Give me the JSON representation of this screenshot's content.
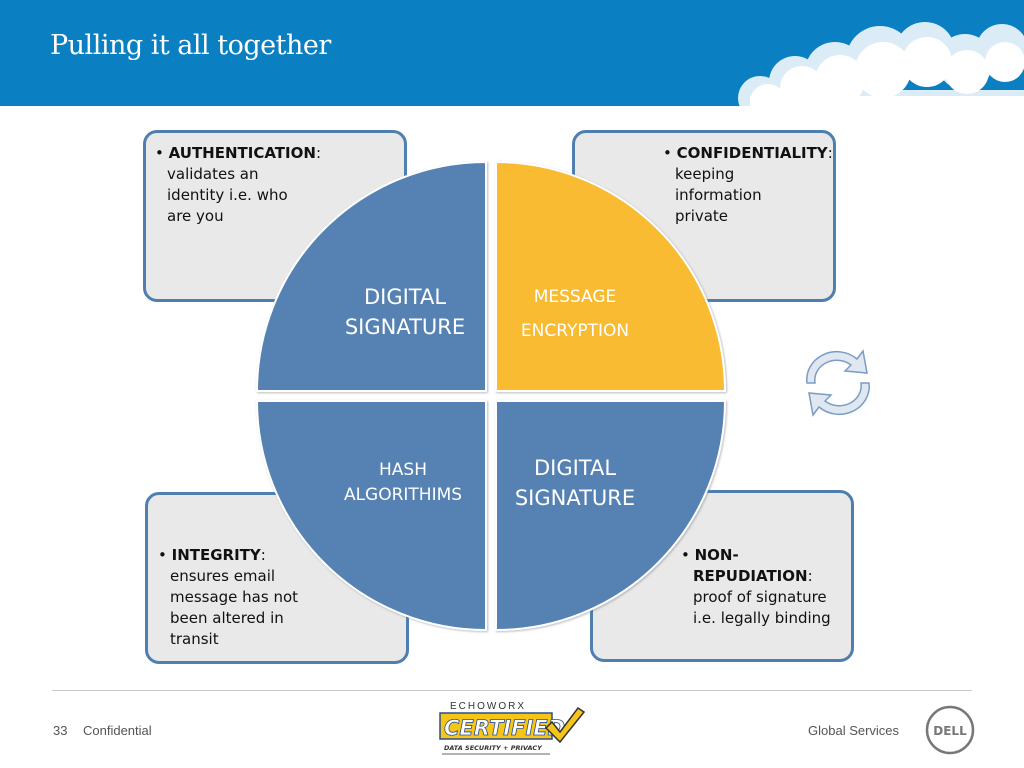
{
  "slide": {
    "title": "Pulling it all together",
    "page_number": "33",
    "confidential": "Confidential",
    "global_services": "Global Services"
  },
  "boxes": {
    "authentication": {
      "term": "AUTHENTICATION",
      "line1": "validates an",
      "line2": "identity i.e. who",
      "line3": "are you"
    },
    "confidentiality": {
      "term": "CONFIDENTIALITY",
      "line1": "keeping",
      "line2": "information",
      "line3": "private"
    },
    "integrity": {
      "term": "INTEGRITY",
      "line1": "ensures email",
      "line2": "message has not",
      "line3": "been altered in",
      "line4": "transit"
    },
    "non_repudiation": {
      "term_line1": "NON-",
      "term_line2": "REPUDIATION",
      "line1": "proof of signature",
      "line2": "i.e. legally binding"
    }
  },
  "quadrants": {
    "top_left": {
      "line1": "DIGITAL",
      "line2": "SIGNATURE"
    },
    "top_right": {
      "line1": "MESSAGE",
      "line2": "ENCRYPTION"
    },
    "bottom_left": {
      "line1": "HASH",
      "line2": "ALGORITHIMS"
    },
    "bottom_right": {
      "line1": "DIGITAL",
      "line2": "SIGNATURE"
    }
  },
  "logo": {
    "brand": "ECHOWORX",
    "certified": "CERTIFIED",
    "tagline": "DATA SECURITY + PRIVACY"
  },
  "dell_logo": "DELL",
  "colors": {
    "header": "#0a7fc2",
    "quad_blue": "#5482b2",
    "quad_yellow": "#f9bb32",
    "box_fill": "#e9e9ea",
    "box_border": "#4f7fae"
  }
}
